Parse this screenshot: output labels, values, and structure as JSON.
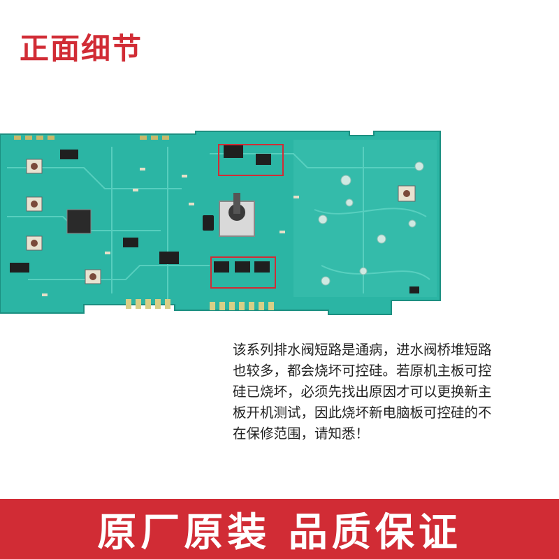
{
  "header": {
    "title": "正面细节"
  },
  "photo": {
    "subject": "circuit-board",
    "board_color": "#2bb5a4",
    "highlight_color": "#d12c35"
  },
  "description": {
    "lines": [
      "该系列排水阀短路是通病，进水阀桥堆短路",
      "也较多，都会烧坏可控硅。若原机主板可控",
      "硅已烧坏，必须先找出原因才可以更换新主",
      "板开机测试，因此烧坏新电脑板可控硅的不",
      "在保修范围，请知悉！"
    ]
  },
  "banner": {
    "text": "原厂原装  品质保证",
    "color": "#d12c35"
  }
}
